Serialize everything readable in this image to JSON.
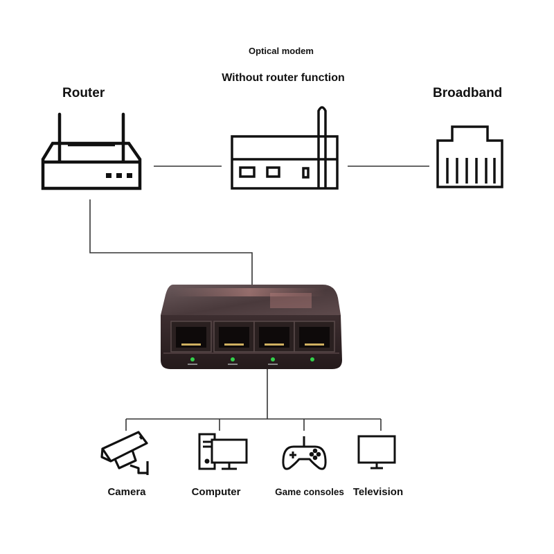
{
  "labels": {
    "optical_modem": "Optical modem",
    "without_router": "Without router function",
    "router": "Router",
    "broadband": "Broadband"
  },
  "devices": [
    {
      "name": "Camera",
      "icon": "camera-icon"
    },
    {
      "name": "Computer",
      "icon": "computer-icon"
    },
    {
      "name": "Game consoles",
      "icon": "gamepad-icon"
    },
    {
      "name": "Television",
      "icon": "television-icon"
    }
  ],
  "switch": {
    "port_count": 4,
    "port_led_color": "#33d04a"
  },
  "colors": {
    "line": "#333333",
    "icon": "#111111",
    "switch_body": "#3a2a2a"
  }
}
